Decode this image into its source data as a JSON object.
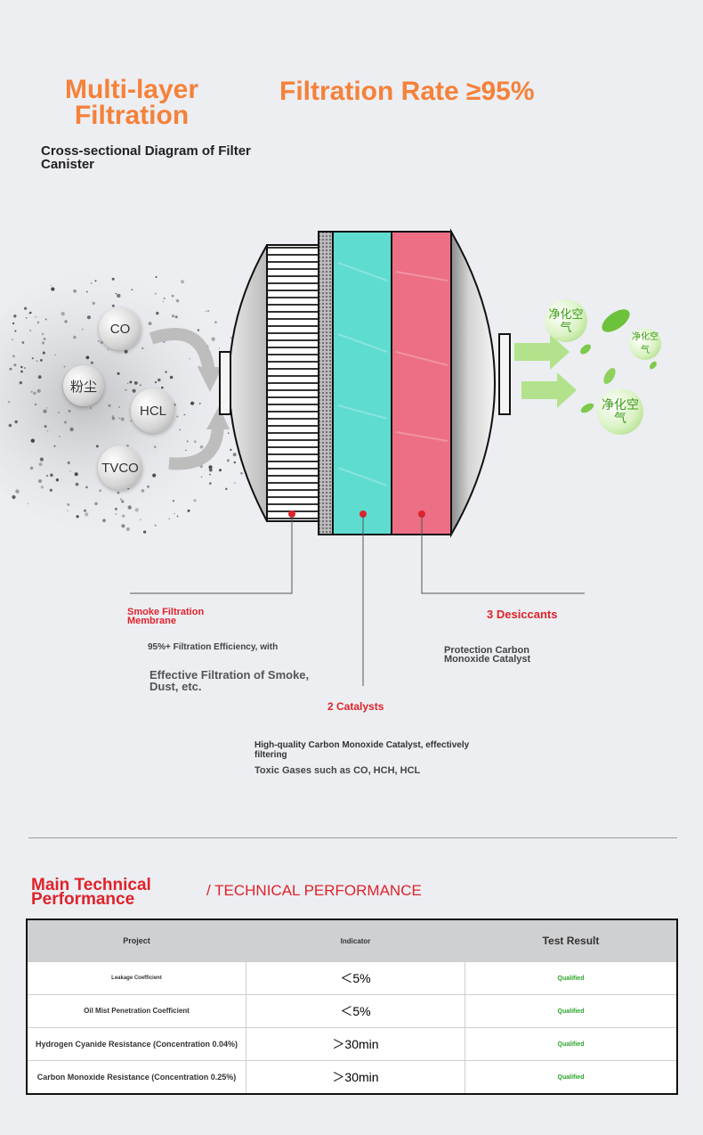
{
  "headline": {
    "title": "Multi-layer Filtration",
    "rate": "Filtration Rate ≥95%",
    "subtitle": "Cross-sectional Diagram of Filter Canister"
  },
  "pollutants": [
    "CO",
    "粉尘",
    "HCL",
    "TVCO"
  ],
  "clean_air": [
    "净化空气",
    "净化空气",
    "净化空气"
  ],
  "labels": {
    "membrane_title": "Smoke Filtration Membrane",
    "membrane_desc1": "95%+ Filtration Efficiency, with",
    "membrane_desc2": "Effective Filtration of Smoke, Dust, etc.",
    "desiccant_title": "3 Desiccants",
    "desiccant_desc": "Protection Carbon Monoxide Catalyst",
    "catalyst_title": "2 Catalysts",
    "catalyst_desc1": "High-quality Carbon Monoxide Catalyst, effectively filtering",
    "catalyst_desc2": "Toxic Gases such as CO, HCH, HCL"
  },
  "tech": {
    "title": "Main Technical Performance",
    "subtitle": "/ TECHNICAL PERFORMANCE",
    "headers": [
      "Project",
      "Indicator",
      "Test Result"
    ],
    "rows": [
      {
        "project": "Leakage Coefficient",
        "indicator": "＜5%",
        "result": "Qualified"
      },
      {
        "project": "Oil Mist Penetration Coefficient",
        "indicator": "＜5%",
        "result": "Qualified"
      },
      {
        "project": "Hydrogen Cyanide Resistance (Concentration 0.04%)",
        "indicator": "＞30min",
        "result": "Qualified"
      },
      {
        "project": "Carbon Monoxide Resistance (Concentration 0.25%)",
        "indicator": "＞30min",
        "result": "Qualified"
      }
    ]
  },
  "colors": {
    "accent_orange": "#f5813a",
    "label_red": "#e0222a",
    "catalyst_teal": "#5fdcd0",
    "desiccant_pink": "#ec6f86",
    "clean_green": "#7dc94a"
  }
}
